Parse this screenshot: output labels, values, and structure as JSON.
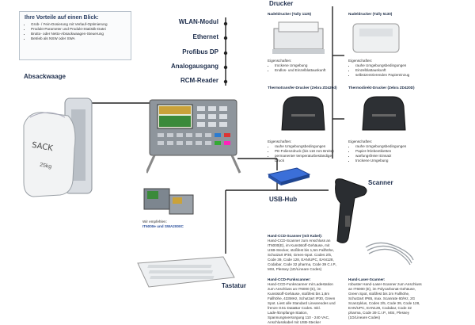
{
  "advantages": {
    "title": "Ihre Vorteile auf einen Blick:",
    "items": [
      "Grob- / Fein-Dosierung mit Verlauf-Optimierung",
      "Produkt-Parameter und Produkt-Statistik-Datei",
      "Brutto- oder Netto-Absackwaagen-Steuerung",
      "Betrieb als NSW oder SWA"
    ]
  },
  "bagging_scale": {
    "label": "Absackwaage",
    "sack_text": "SACK",
    "sack_weight": "25kg"
  },
  "interfaces": [
    "WLAN-Modul",
    "Ethernet",
    "Profibus DP",
    "Analogausgang",
    "RCM-Reader"
  ],
  "printers": {
    "section_label": "Drucker",
    "items": [
      {
        "title": "Nadeldrucker (Tally 1125)",
        "props_title": "Eigenschaften:",
        "props": [
          "trockene Umgebung",
          "Endlos- und Einzelblattauskunft"
        ]
      },
      {
        "title": "Nadeldrucker (Tally 5130)",
        "props_title": "Eigenschaften:",
        "props": [
          "rauhe Umgebungsbedingungen",
          "Einzelblattauskunft",
          "selbstzentrierenden Papiereinzug"
        ]
      },
      {
        "title": "Thermotransfer-Drucker (Zebra ZD420d)",
        "props_title": "Eigenschaften:",
        "props": [
          "rauhe Umgebungsbedingungen",
          "PE-Folienzdruck (bis 118 mm Breite)",
          "permanenter temperaturbeständiger Druck"
        ]
      },
      {
        "title": "Thermodirekt-Drucker (Zebra ZD420D)",
        "props_title": "Eigenschaften:",
        "props": [
          "rauhe Umgebungsbedingungen",
          "Papier-/Klebeetiketten",
          "warfungsfreier Einsatz",
          "trockene Umgebung"
        ]
      }
    ]
  },
  "recommended": {
    "title": "Wir empfehlen:",
    "models": "IT6000e und SWA2000C"
  },
  "usb_hub": {
    "label": "USB-Hub"
  },
  "scanner": {
    "label": "Scanner",
    "wired_title": "Hand-CCD-Scanner (mit Kabel):",
    "wired_text": "Hand-CCD-Scanner zum Anschluss an IT6000(E), im Kunststoff-Gehäuse, mit USB-Stecker, stoßfest bis 1,5m Fallhöhe, Schutzart IP30, Green-Spot. Codes 2/5, Code 39, Code 128, EAN/UPC, EAN128, Codabar, Code 32 pharma, Code 39 C.I.P., MSI, Plessey (1D/Lineare Codes)",
    "radio_title": "Hand-CCD-Funkscanner:",
    "radio_text": "Hand-CCD-Funkscanner mit Ladestation zum Anschluss an IT6000 (E), im Kunststoff-Gehäuse, stoßfest bis 1,8m Fallhöhe, 433MHz, Schutzart IP30, Green Spot. Liest alle Standard Lineareodes und frenze GS1 DataBar Codes. Inkl. Lade-/Empfangs-Station, Spannungsversorgung 110 - 240 VAC, Anschlusskabel mit USB-Stecker",
    "laser_title": "Hand-Laser-Scanner:",
    "laser_text": "robuster Hand-Laser-Scanner zum Anschluss an IT6000 (E), im Polycarbonat-Gehäuse, Green Spot, stoßfest bis 2m Fallhöhe, Schutzart IP65, max. Scanrate 60/Hz, 2G Scanzyklus, Codes 2/5, Code 39, Code 128, EAN/UPC, EAN128, Codabar, Code 32 pharma, Code 39 C.I.P., MSI, Plessey (1D/Lineare Codes)"
  },
  "keyboard": {
    "label": "Tastatur"
  },
  "colors": {
    "line": "#222222",
    "accent": "#1f2f4d",
    "hub": "#3b6fd8"
  }
}
